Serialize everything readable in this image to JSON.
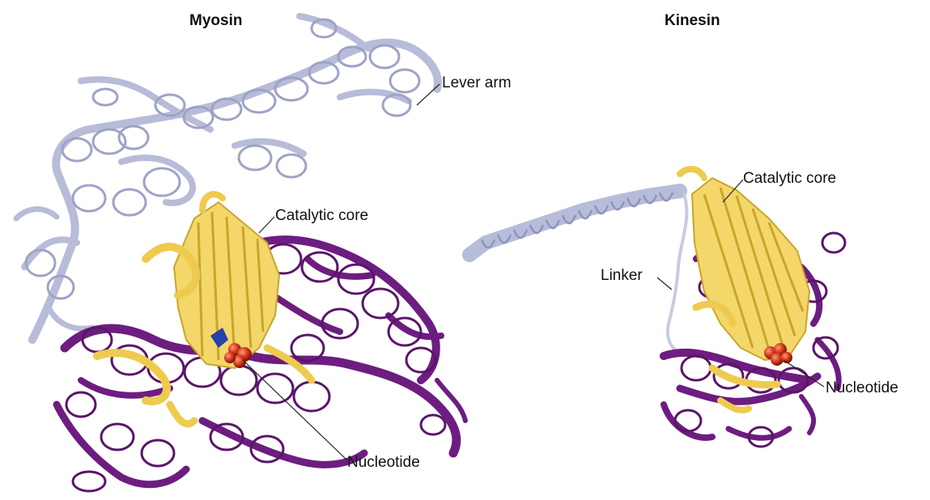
{
  "panels": [
    {
      "title": "Myosin",
      "labels": {
        "lever_arm": "Lever arm",
        "catalytic_core": "Catalytic core",
        "nucleotide": "Nucleotide"
      }
    },
    {
      "title": "Kinesin",
      "labels": {
        "catalytic_core": "Catalytic core",
        "linker": "Linker",
        "nucleotide": "Nucleotide"
      }
    }
  ],
  "colors": {
    "lever_arm_domain": "#b7bcd9",
    "catalytic_core_domain": "#eecb4e",
    "motor_domain": "#6d1d80",
    "nucleotide": "#d93a1c",
    "blue_residue": "#2742a8"
  }
}
